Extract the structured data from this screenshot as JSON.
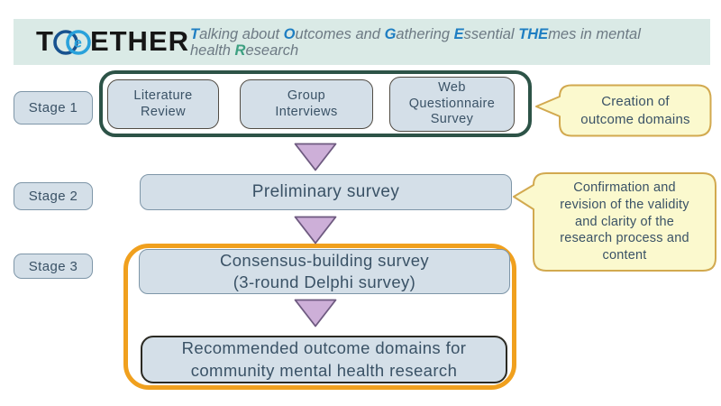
{
  "header": {
    "logo": {
      "t": "T",
      "face": "e",
      "rest": "ETHER"
    },
    "subtitle_segments": [
      {
        "t": "T",
        "s": "blue"
      },
      {
        "t": "alking about "
      },
      {
        "t": "O",
        "s": "blue"
      },
      {
        "t": "utcomes and "
      },
      {
        "t": "G",
        "s": "blue"
      },
      {
        "t": "athering "
      },
      {
        "t": "E",
        "s": "blue"
      },
      {
        "t": "ssential "
      },
      {
        "t": "THE",
        "s": "blue"
      },
      {
        "t": "mes in mental"
      },
      {
        "br": true
      },
      {
        "t": "health "
      },
      {
        "t": "R",
        "s": "green"
      },
      {
        "t": "esearch"
      }
    ]
  },
  "stages": [
    {
      "label": "Stage 1"
    },
    {
      "label": "Stage 2"
    },
    {
      "label": "Stage 3"
    }
  ],
  "stage1_boxes": [
    {
      "lines": [
        "Literature",
        "Review"
      ]
    },
    {
      "lines": [
        "Group",
        "Interviews"
      ]
    },
    {
      "lines": [
        "Web",
        "Questionnaire",
        "Survey"
      ]
    }
  ],
  "flow": {
    "preliminary": {
      "lines": [
        "Preliminary survey"
      ]
    },
    "consensus": {
      "lines": [
        "Consensus-building survey",
        "(3-round Delphi survey)"
      ]
    },
    "final": {
      "lines": [
        "Recommended outcome domains for",
        "community mental health research"
      ]
    }
  },
  "callouts": [
    {
      "lines": [
        "Creation of",
        "outcome domains"
      ]
    },
    {
      "lines": [
        "Confirmation and",
        "revision of the validity",
        "and clarity of the",
        "research process and",
        "content"
      ]
    }
  ],
  "colors": {
    "header_bg": "#daeae6",
    "box_fill": "#d4dfe8",
    "text": "#3a5266",
    "slate_border": "#7e96a8",
    "dark_border": "#514c44",
    "final_border": "#2b2a23",
    "green_group": "#2d5347",
    "orange_group": "#f0a01e",
    "arrow_fill": "#cdafd8",
    "arrow_stroke": "#6e5a80",
    "callout_fill": "#fbf9ce",
    "callout_border": "#d2a94f",
    "logo_circle_dark": "#17528f",
    "logo_circle_light": "#2aa2db",
    "accent_blue": "#1e7ec2",
    "accent_green": "#3da081"
  }
}
